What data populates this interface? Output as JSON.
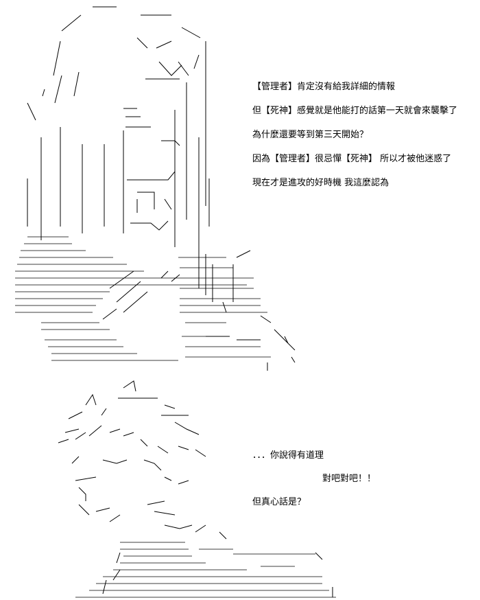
{
  "panels": [
    {
      "dialogue": [
        "【管理者】肯定沒有給我詳細的情報",
        "但【死神】感覺就是他能打的話第一天就會來襲擊了",
        "為什麼還要等到第三天開始？",
        "因為【管理者】很忌憚【死神】 所以才被他迷惑了",
        "現在才是進攻的好時機  我這麼認為"
      ]
    },
    {
      "dialogue": [
        "．．．你說得有道理",
        "對吧對吧！！",
        "但真心話是？"
      ]
    }
  ]
}
